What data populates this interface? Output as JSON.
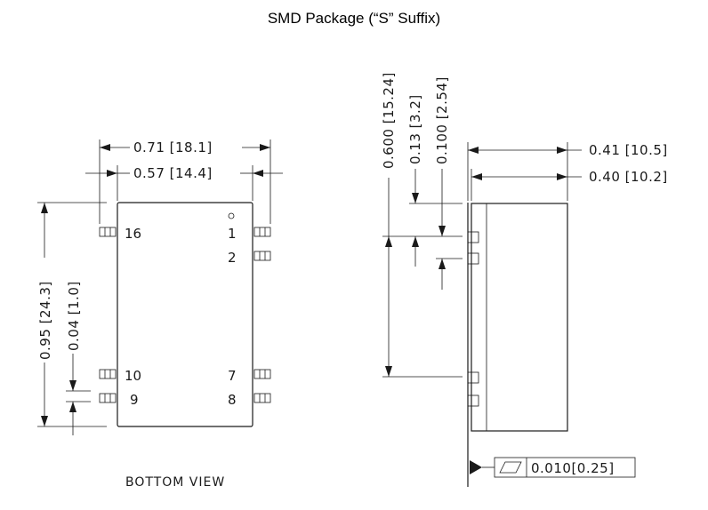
{
  "title": "SMD Package (“S” Suffix)",
  "bottom_view": {
    "caption": "BOTTOM  VIEW",
    "width_outer": "0.71  [18.1]",
    "width_inner": "0.57  [14.4]",
    "height": "0.95  [24.3]",
    "pin_pitch": "0.04  [1.0]",
    "pins": {
      "p16": "16",
      "p1": "1",
      "p2": "2",
      "p10": "10",
      "p9": "9",
      "p7": "7",
      "p8": "8"
    }
  },
  "side_view": {
    "width_outer": "0.41  [10.5]",
    "width_inner": "0.40  [10.2]",
    "span": "0.600  [15.24]",
    "offset": "0.13  [3.2]",
    "pitch": "0.100  [2.54]",
    "flatness": "0.010[0.25]"
  }
}
